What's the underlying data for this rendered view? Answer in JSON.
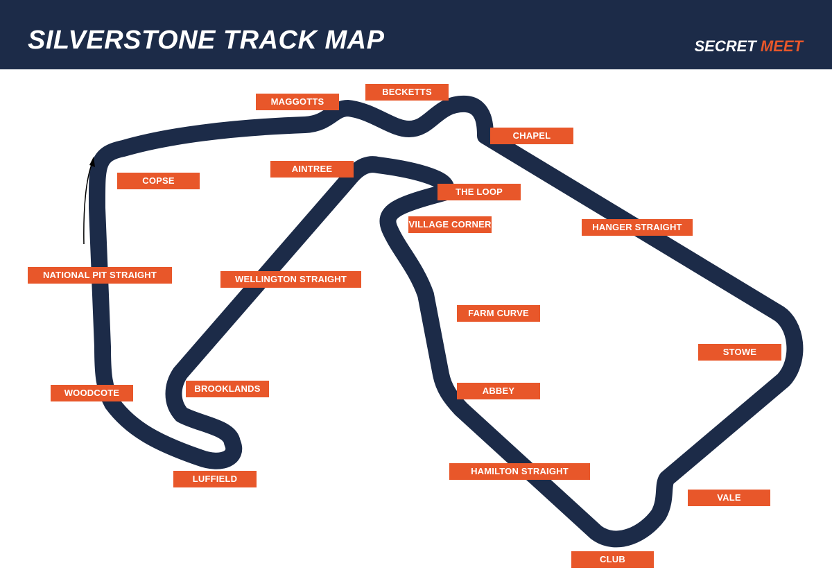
{
  "header": {
    "title": "SILVERSTONE TRACK MAP",
    "brand_part1": "SECRET",
    "brand_part2": "MEET"
  },
  "colors": {
    "header_bg": "#1c2b48",
    "track": "#1c2b48",
    "label_bg": "#e8572a",
    "label_text": "#ffffff"
  },
  "direction_marker": "arrow-up (racing direction on National Pit Straight)",
  "corners": {
    "maggotts": "MAGGOTTS",
    "becketts": "BECKETTS",
    "chapel": "CHAPEL",
    "copse": "COPSE",
    "aintree": "AINTREE",
    "the_loop": "THE LOOP",
    "village_corner": "VILLAGE CORNER",
    "hanger_straight": "HANGER STRAIGHT",
    "national_pit_straight": "NATIONAL PIT STRAIGHT",
    "wellington_straight": "WELLINGTON STRAIGHT",
    "farm_curve": "FARM CURVE",
    "stowe": "STOWE",
    "woodcote": "WOODCOTE",
    "brooklands": "BROOKLANDS",
    "abbey": "ABBEY",
    "luffield": "LUFFIELD",
    "hamilton_straight": "HAMILTON STRAIGHT",
    "vale": "VALE",
    "club": "CLUB"
  }
}
